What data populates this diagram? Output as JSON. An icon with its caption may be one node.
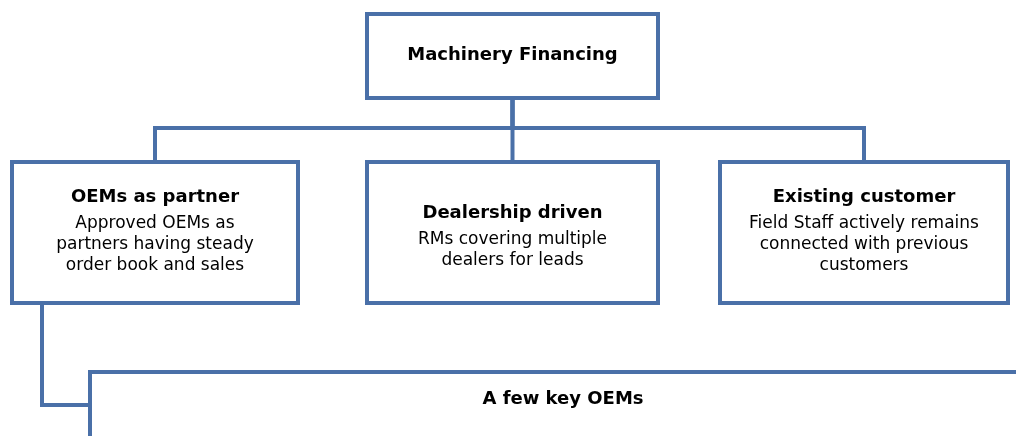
{
  "diagram": {
    "nodes": [
      {
        "text": [
          "Machinery Financing"
        ]
      },
      {
        "text": [
          "OEMs as partner",
          "Approved OEMs as partners having steady order book and sales"
        ]
      },
      {
        "text": [
          "Dealership driven",
          "RMs covering multiple dealers for leads"
        ]
      },
      {
        "text": [
          "Existing customer",
          "Field Staff actively remains connected with previous customers"
        ]
      },
      {
        "text": [
          "A few key OEMs"
        ]
      }
    ],
    "edges": [
      {
        "from": 0,
        "to": 1,
        "arrow": "none"
      },
      {
        "from": 0,
        "to": 2,
        "arrow": "none"
      },
      {
        "from": 0,
        "to": 3,
        "arrow": "none"
      },
      {
        "from": 1,
        "to": 4,
        "arrow": "none"
      }
    ]
  }
}
